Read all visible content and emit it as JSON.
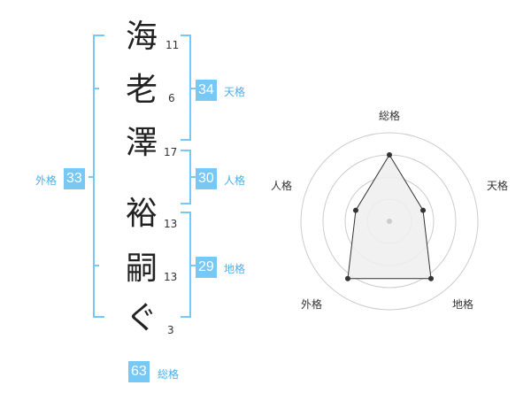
{
  "name_chars": [
    {
      "char": "海",
      "strokes": "11"
    },
    {
      "char": "老",
      "strokes": "6"
    },
    {
      "char": "澤",
      "strokes": "17"
    },
    {
      "char": "裕",
      "strokes": "13"
    },
    {
      "char": "嗣",
      "strokes": "13"
    },
    {
      "char": "ぐ",
      "strokes": "3"
    }
  ],
  "scores": {
    "tenkaku": {
      "value": "34",
      "label": "天格"
    },
    "jinkaku": {
      "value": "30",
      "label": "人格"
    },
    "chikaku": {
      "value": "29",
      "label": "地格"
    },
    "gaikaku": {
      "value": "33",
      "label": "外格"
    },
    "soukaku": {
      "value": "63",
      "label": "総格"
    }
  },
  "radar": {
    "labels": {
      "top": "総格",
      "right": "天格",
      "bottom_right": "地格",
      "bottom_left": "外格",
      "left": "人格"
    },
    "levels": {
      "soukaku": 0.75,
      "tenkaku": 0.4,
      "chikaku": 0.8,
      "gaikaku": 0.8,
      "jinkaku": 0.4
    },
    "colors": {
      "ring": "#cccccc",
      "fill": "#eeeeee",
      "line": "#333333",
      "accent": "#78c8f5"
    }
  }
}
